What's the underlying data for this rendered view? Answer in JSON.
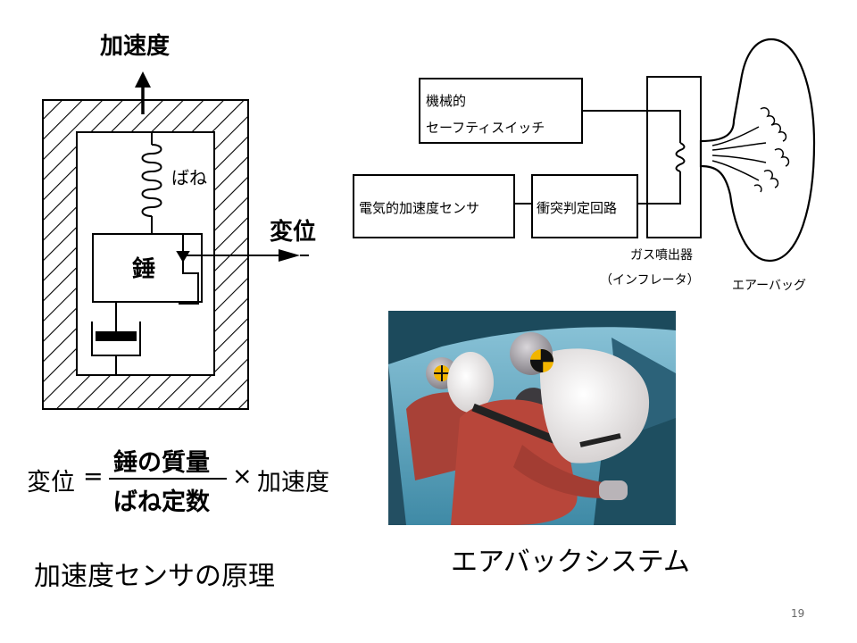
{
  "sensor_diagram": {
    "accel_label": "加速度",
    "spring_label": "ばね",
    "displacement_label": "変位",
    "mass_label": "錘"
  },
  "formula": {
    "lhs": "変位",
    "equals": "=",
    "numerator": "錘の質量",
    "denominator": "ばね定数",
    "times": "×",
    "rhs": "加速度"
  },
  "sensor_caption": "加速度センサの原理",
  "airbag_diagram": {
    "mech_switch_line1": "機械的",
    "mech_switch_line2": "セーフティスイッチ",
    "electric_sensor": "電気的加速度センサ",
    "collision_circuit": "衝突判定回路",
    "inflator_line1": "ガス噴出器",
    "inflator_line2": "（インフレータ）",
    "airbag_label": "エアーバッグ"
  },
  "airbag_caption": "エアバックシステム",
  "page_number": "19",
  "colors": {
    "car_interior": "#3f8aa6",
    "dummy_suit": "#b8463a",
    "airbag": "#ece9e8",
    "target_yellow": "#f2b500"
  }
}
